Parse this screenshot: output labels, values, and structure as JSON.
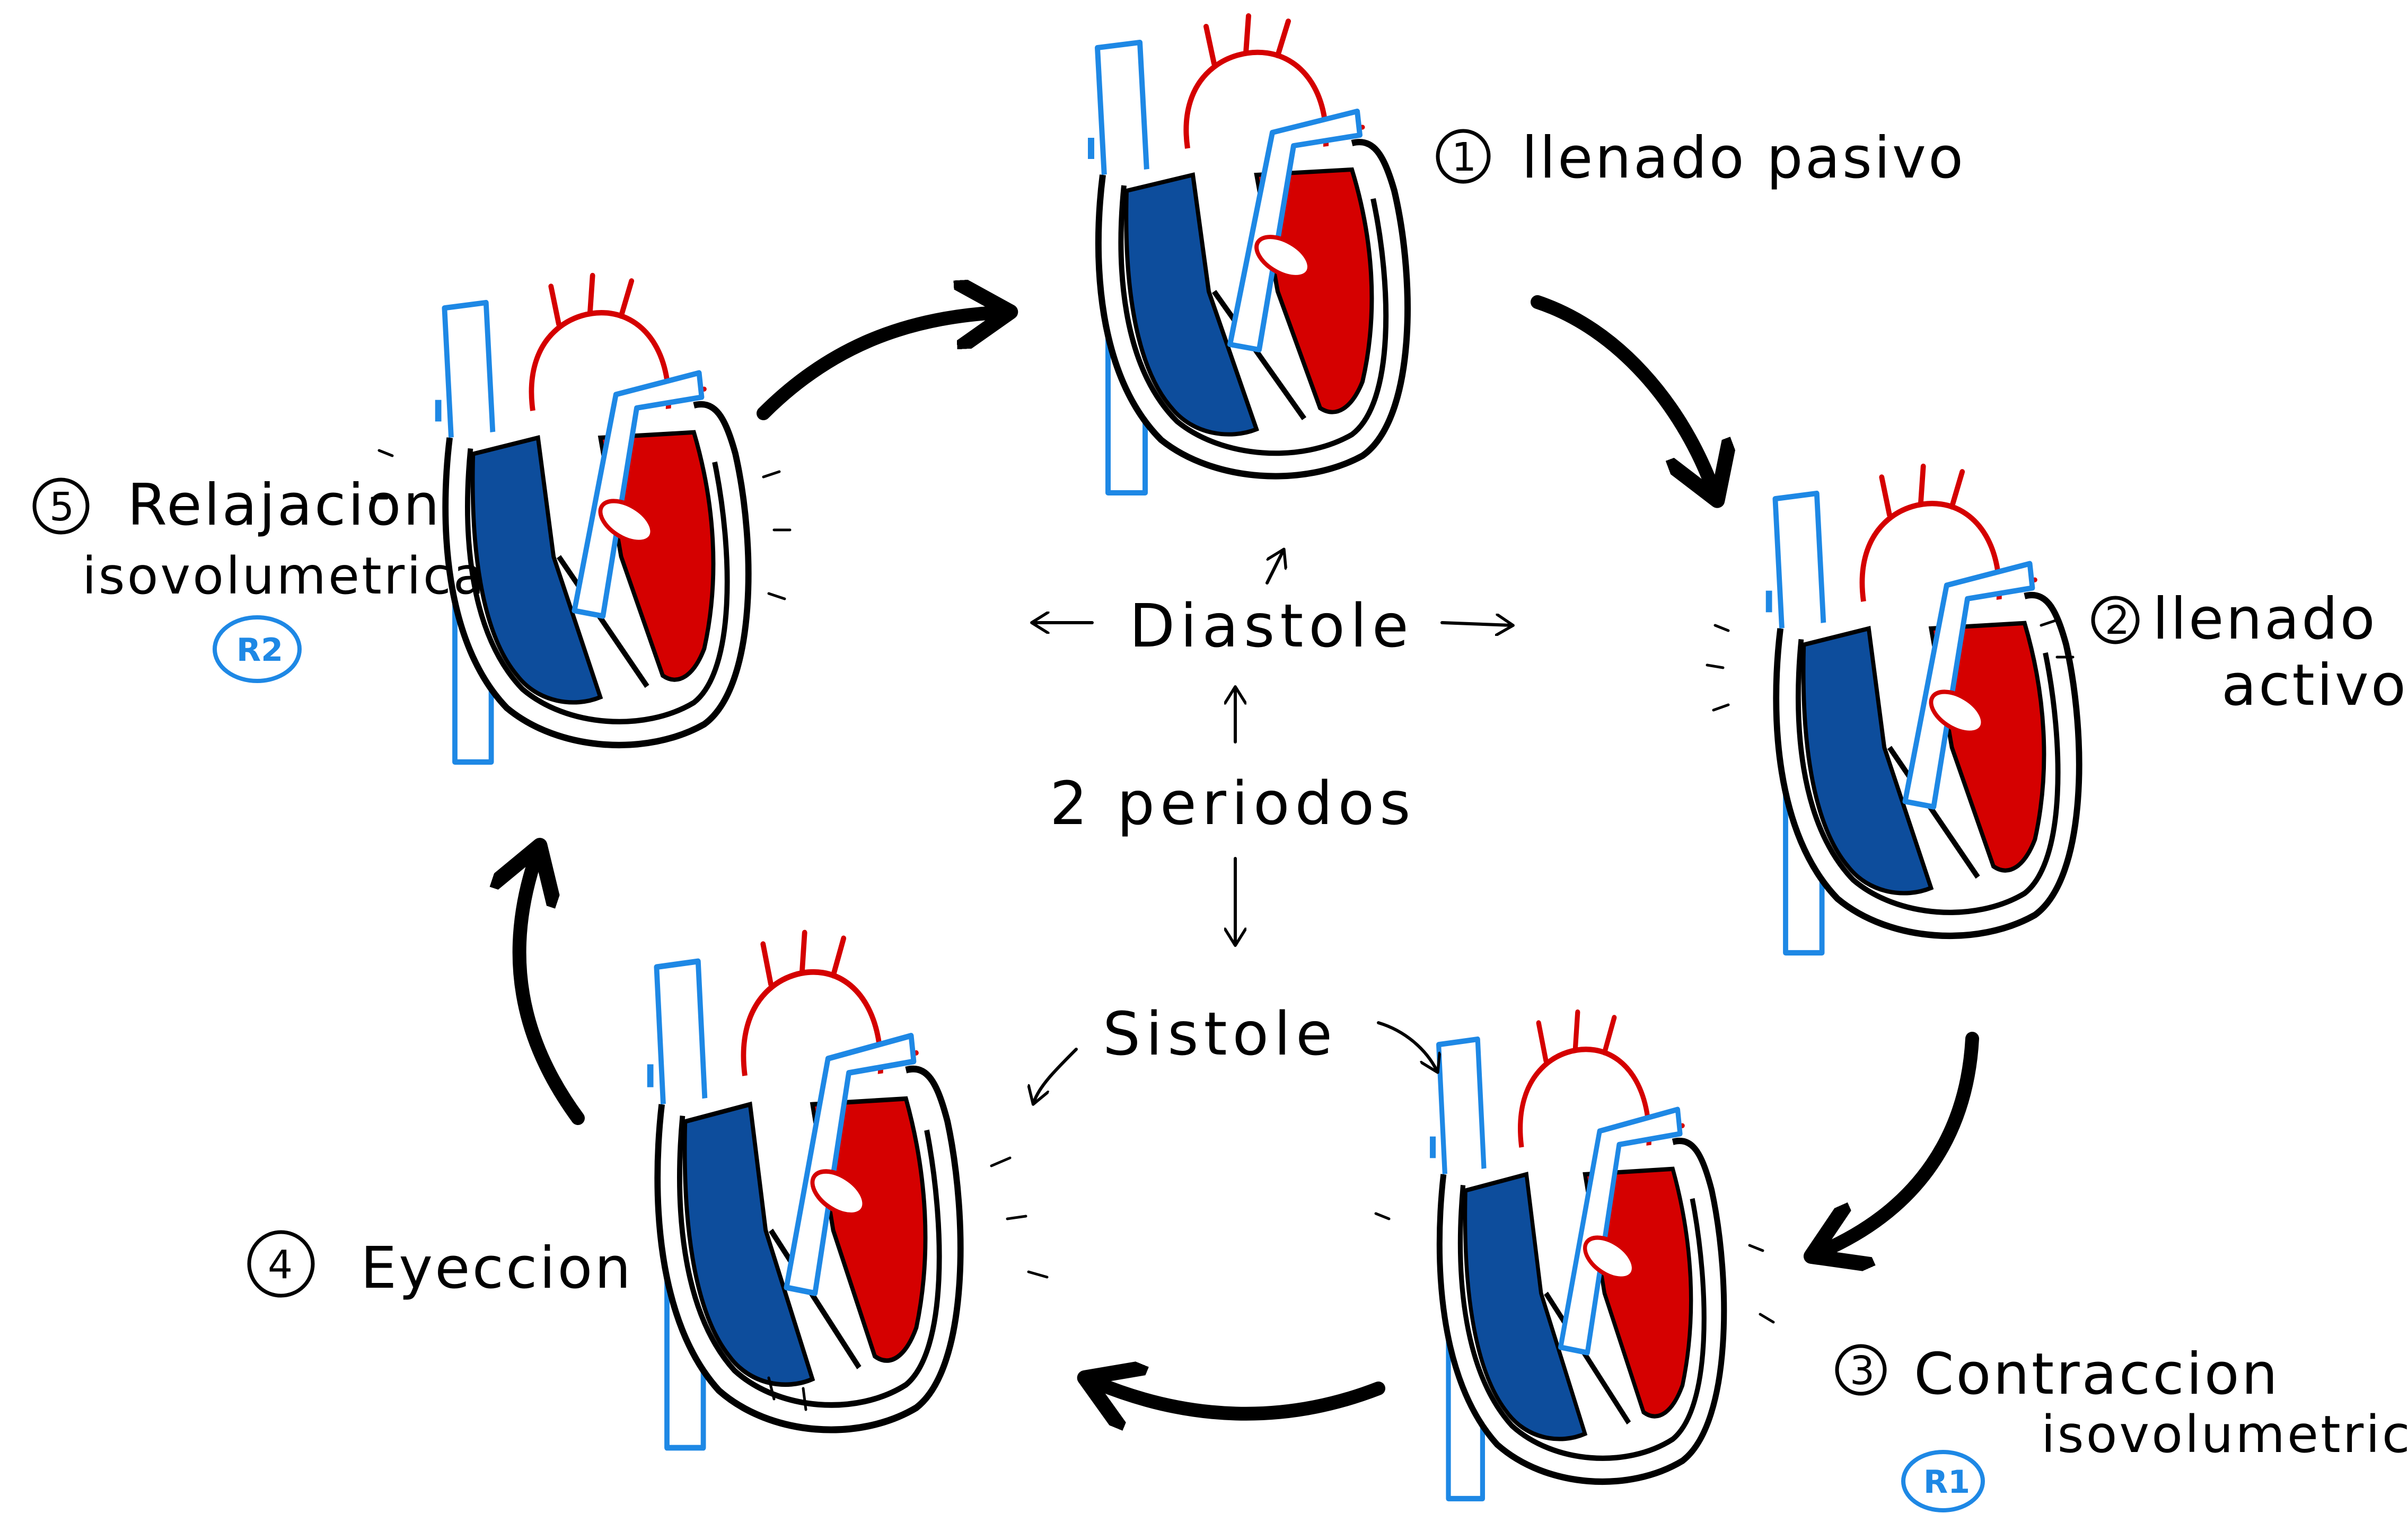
{
  "colors": {
    "ink": "#000000",
    "oxygenated": "#d50000",
    "deoxygenated": "#0d4d9c",
    "vessel_outline": "#1e88e5"
  },
  "center": {
    "diastole": "Diastole",
    "periods": "2 periodos",
    "systole": "Sistole"
  },
  "phases": [
    {
      "number": "1",
      "title": "llenado pasivo",
      "subtitle": "",
      "badge": ""
    },
    {
      "number": "2",
      "title": "llenado",
      "subtitle": "activo",
      "badge": ""
    },
    {
      "number": "3",
      "title": "Contraccion",
      "subtitle": "isovolumetrica",
      "badge": "R1"
    },
    {
      "number": "4",
      "title": "Eyeccion",
      "subtitle": "",
      "badge": ""
    },
    {
      "number": "5",
      "title": "Relajacion",
      "subtitle": "isovolumetrica",
      "badge": "R2"
    }
  ]
}
